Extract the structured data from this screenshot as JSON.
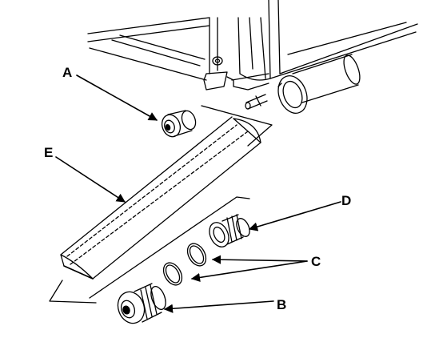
{
  "callouts": {
    "a": "A",
    "b": "B",
    "c": "C",
    "d": "D",
    "e": "E"
  },
  "colors": {
    "ink": "#000000",
    "paper": "#ffffff"
  }
}
